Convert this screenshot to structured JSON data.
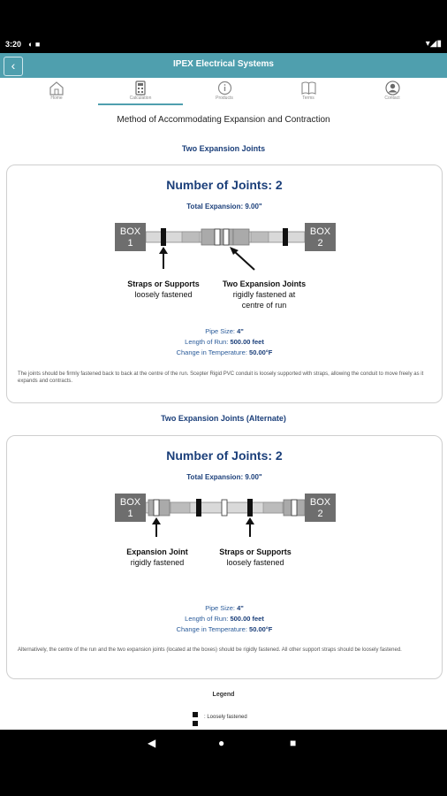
{
  "status_bar": {
    "time": "3:20",
    "left_icons": "◐ ■",
    "right_icons": "▾◢▮"
  },
  "app_bar": {
    "title": "IPEX Electrical Systems"
  },
  "tabs": [
    {
      "label": "Home"
    },
    {
      "label": "Calculation"
    },
    {
      "label": "Products"
    },
    {
      "label": "Terms"
    },
    {
      "label": "Contact"
    }
  ],
  "page": {
    "title": "Method of Accommodating Expansion and Contraction"
  },
  "sections": [
    {
      "title": "Two Expansion Joints",
      "card_title": "Number of Joints: 2",
      "total_expansion": "Total Expansion: 9.00\"",
      "diagram": {
        "box1": [
          "BOX",
          "1"
        ],
        "box2": [
          "BOX",
          "2"
        ],
        "label_a_bold": "Straps or Supports",
        "label_a_sub": "loosely fastened",
        "label_b_bold": "Two Expansion Joints",
        "label_b_sub1": "rigidly fastened at",
        "label_b_sub2": "centre of run"
      },
      "pipe_size_label": "Pipe Size:",
      "pipe_size": "4\"",
      "run_label": "Length of Run:",
      "run": "500.00 feet",
      "temp_label": "Change in Temperature:",
      "temp": "50.00°F",
      "note": "The joints should be firmly fastened back to back at the centre of the run. Scepter Rigid PVC conduit is loosely supported with straps, allowing the conduit to move freely as it expands and contracts."
    },
    {
      "title": "Two Expansion Joints (Alternate)",
      "card_title": "Number of Joints: 2",
      "total_expansion": "Total Expansion: 9.00\"",
      "diagram": {
        "box1": [
          "BOX",
          "1"
        ],
        "box2": [
          "BOX",
          "2"
        ],
        "label_a_bold": "Expansion Joint",
        "label_a_sub": "rigidly fastened",
        "label_b_bold": "Straps or Supports",
        "label_b_sub": "loosely fastened"
      },
      "pipe_size_label": "Pipe Size:",
      "pipe_size": "4\"",
      "run_label": "Length of Run:",
      "run": "500.00 feet",
      "temp_label": "Change in Temperature:",
      "temp": "50.00°F",
      "note": "Alternatively, the centre of the run and the two expansion joints (located at the boxes) should be rigidly fastened. All other support straps should be loosely fastened."
    }
  ],
  "legend": {
    "title": "Legend",
    "item": ": Loosely fastened"
  },
  "nav": {
    "back": "◀",
    "home": "●",
    "recent": "■"
  },
  "colors": {
    "accent": "#4f9fae",
    "title_blue": "#1b3f7a",
    "link_blue": "#2a5b9a"
  }
}
